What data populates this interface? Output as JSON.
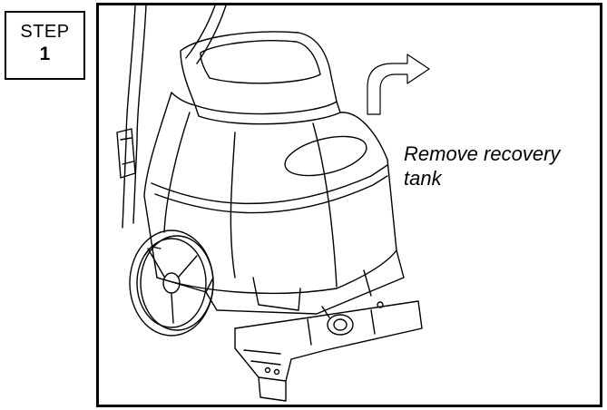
{
  "step": {
    "label": "STEP",
    "number": "1"
  },
  "instruction": {
    "text": "Remove recovery tank"
  },
  "icons": {
    "arrow": "curved-arrow-right-icon",
    "illustration": "carpet-extractor-machine"
  },
  "colors": {
    "ink": "#000000",
    "paper": "#ffffff"
  }
}
